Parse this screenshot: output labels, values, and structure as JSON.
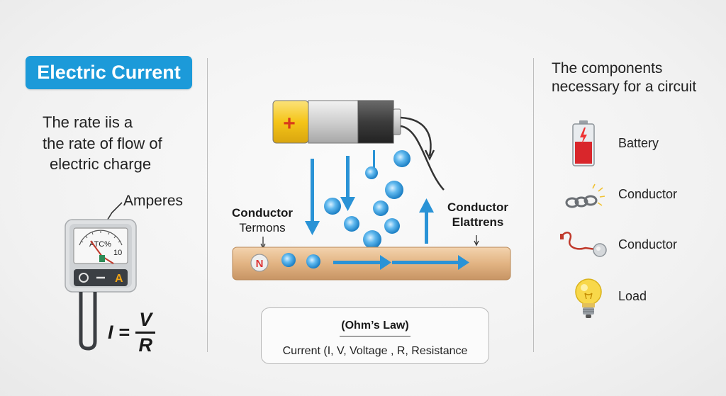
{
  "left_panel": {
    "badge": "Electric Current",
    "definition_lines": [
      "The rate iis a",
      "the rate of flow of",
      "electric charge"
    ],
    "meter": {
      "label": "Amperes",
      "dial_text": "ATC%",
      "dial_number": "10",
      "unit_letter": "A",
      "left_symbol": "O",
      "middle_symbol": "—"
    },
    "formula": {
      "lhs": "I",
      "eq": "=",
      "numerator": "V",
      "denominator": "R"
    }
  },
  "center_panel": {
    "battery_symbol": "+",
    "end_cap_symbol": "N",
    "left_label_bold": "Conductor",
    "left_label_sub": "Termons",
    "right_label_line1": "Conductor",
    "right_label_line2": "Elattrens",
    "ohm_box": {
      "title": "(Ohm’s Law)",
      "description": "Current (I, V, Voltage , R, Resistance"
    }
  },
  "right_panel": {
    "title_lines": [
      "The components",
      "necessary for a circuit"
    ],
    "items": [
      {
        "label": "Battery",
        "icon": "battery-icon"
      },
      {
        "label": "Conductor",
        "icon": "chain-icon"
      },
      {
        "label": "Conductor",
        "icon": "wire-icon"
      },
      {
        "label": "Load",
        "icon": "bulb-icon"
      }
    ]
  },
  "colors": {
    "accent_blue": "#1c9ad9",
    "battery_yellow": "#f5c518",
    "battery_plus": "#d93a1a",
    "conductor_tan": "#e4b98c",
    "electron_blue": "#2a93d6"
  }
}
